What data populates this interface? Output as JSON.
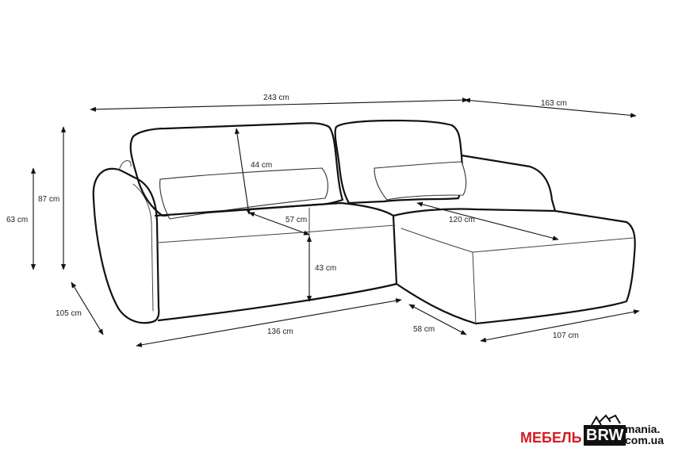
{
  "dimensions": {
    "total_length": "243 cm",
    "chaise_length": "163 cm",
    "total_height": "87 cm",
    "armrest_height": "63 cm",
    "depth": "105 cm",
    "backrest_height": "44 cm",
    "seat_depth": "57 cm",
    "seat_height": "43 cm",
    "sleeping_length": "120 cm",
    "seat_width": "136 cm",
    "chaise_depth": "58 cm",
    "chaise_width": "107 cm"
  },
  "logo": {
    "brand_prefix": "МЕБЕЛЬ",
    "brand_box": "BRW",
    "brand_suffix_1": "mania.",
    "brand_suffix_2": "com.ua",
    "colors": {
      "red": "#d51c24",
      "black": "#111111"
    }
  },
  "colors": {
    "line": "#111111",
    "background": "#ffffff"
  }
}
